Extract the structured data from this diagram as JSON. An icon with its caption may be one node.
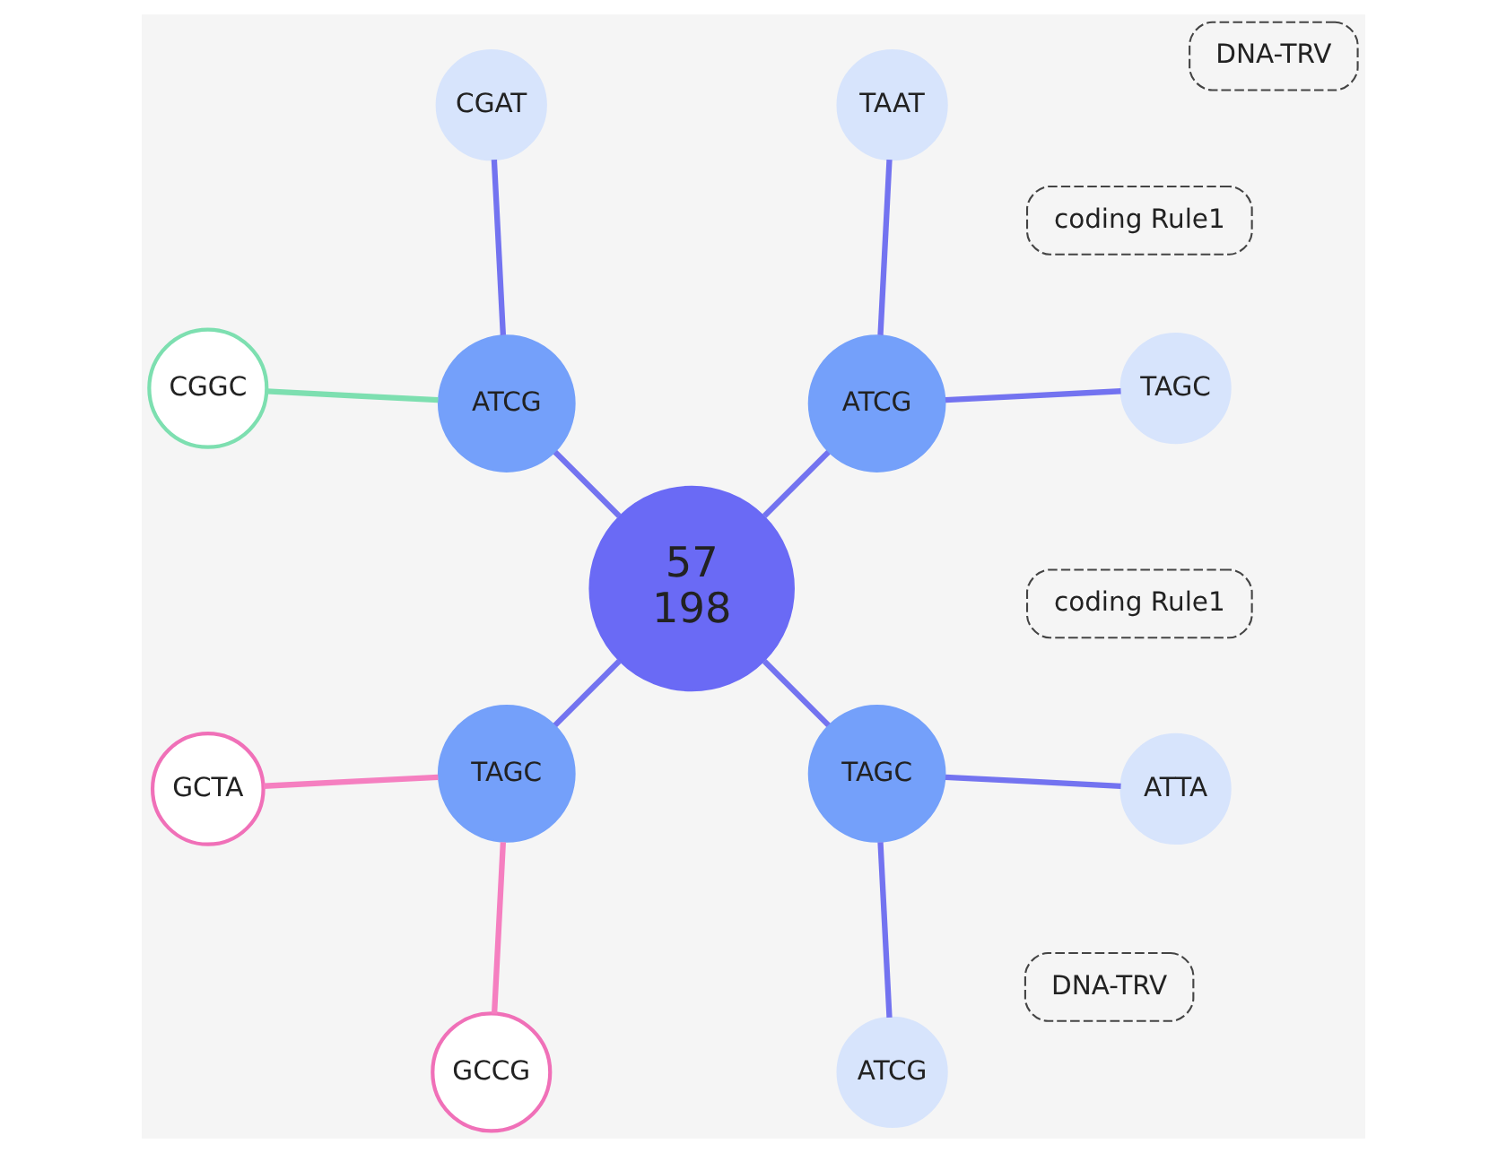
{
  "diagram": {
    "nodes": [
      {
        "text": [
          "TAGC"
        ]
      },
      {
        "text": [
          "CGAT"
        ]
      },
      {
        "text": [
          "DNA-TRV"
        ]
      },
      {
        "text": [
          "coding Rule1"
        ]
      },
      {
        "text": [
          "ATCG"
        ]
      },
      {
        "text": [
          "ATCG"
        ]
      },
      {
        "text": [
          "CGGC"
        ]
      },
      {
        "text": [
          "TAAT"
        ]
      },
      {
        "text": [
          "57",
          "198"
        ]
      },
      {
        "text": [
          "coding Rule1"
        ]
      },
      {
        "text": [
          "TAGC"
        ]
      },
      {
        "text": [
          "GCTA"
        ]
      },
      {
        "text": [
          "TAGC"
        ]
      },
      {
        "text": [
          "ATCG"
        ]
      },
      {
        "text": [
          "DNA-TRV"
        ]
      },
      {
        "text": [
          "GCCG"
        ]
      },
      {
        "text": [
          "ATTA"
        ]
      }
    ],
    "edges": [
      {
        "from": 8,
        "to": 4,
        "arrow": "none"
      },
      {
        "from": 8,
        "to": 5,
        "arrow": "none"
      },
      {
        "from": 8,
        "to": 12,
        "arrow": "none"
      },
      {
        "from": 8,
        "to": 10,
        "arrow": "none"
      },
      {
        "from": 4,
        "to": 0,
        "arrow": "none"
      },
      {
        "from": 4,
        "to": 7,
        "arrow": "none"
      },
      {
        "from": 5,
        "to": 1,
        "arrow": "none"
      },
      {
        "from": 5,
        "to": 6,
        "arrow": "none",
        "color": "#7ddfb0"
      },
      {
        "from": 10,
        "to": 11,
        "arrow": "none",
        "color": "#f57fc0"
      },
      {
        "from": 10,
        "to": 15,
        "arrow": "none",
        "color": "#f57fc0"
      },
      {
        "from": 12,
        "to": 13,
        "arrow": "none"
      },
      {
        "from": 12,
        "to": 16,
        "arrow": "none"
      }
    ]
  }
}
